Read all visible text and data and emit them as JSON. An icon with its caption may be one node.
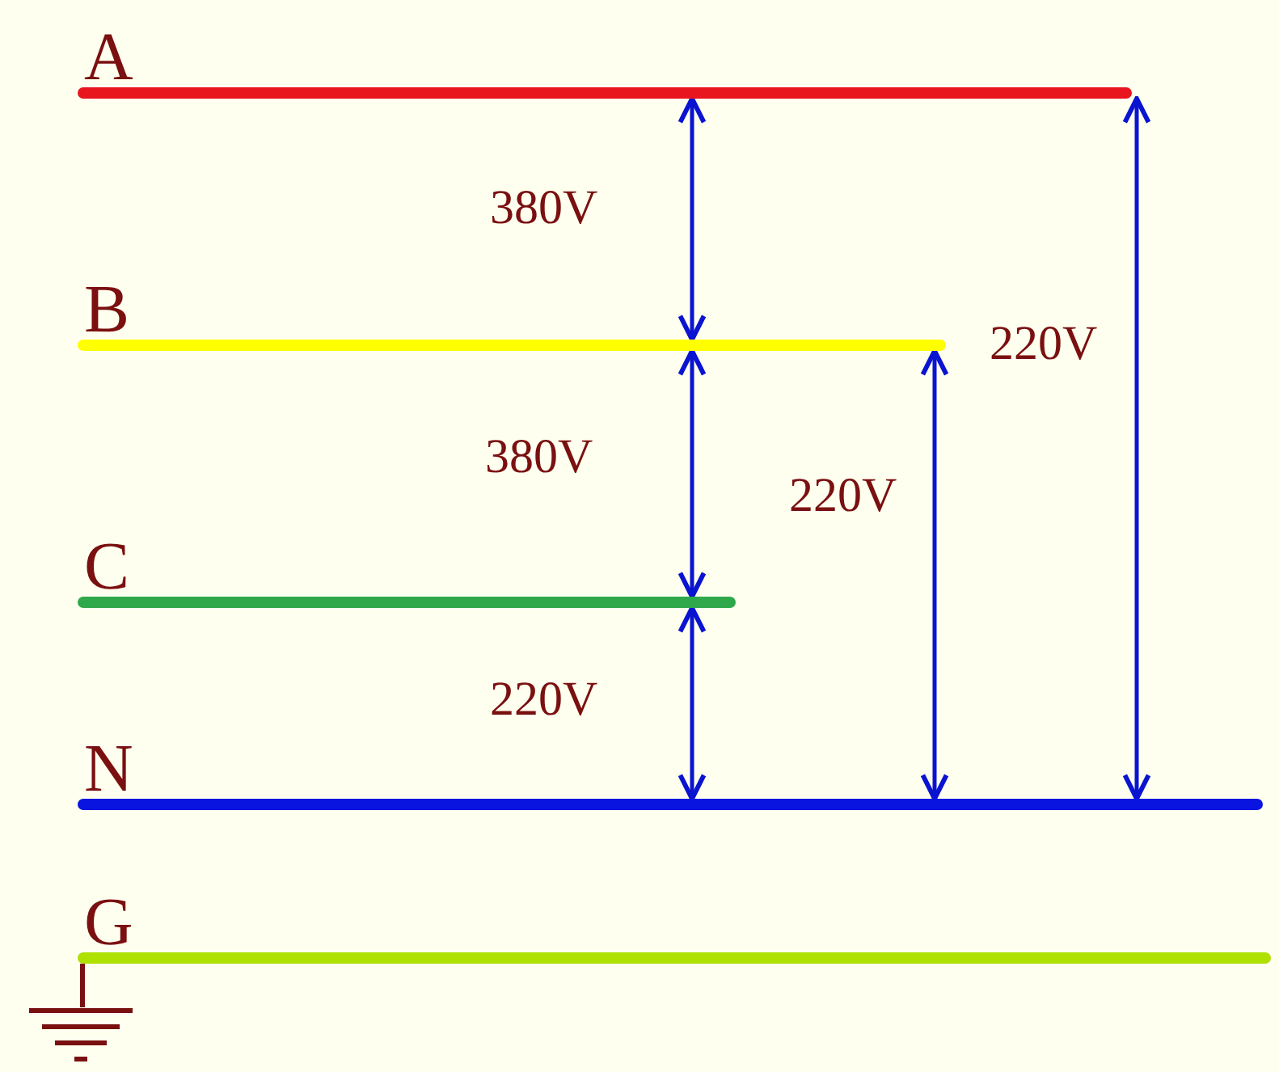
{
  "diagram": {
    "nodes": [
      {
        "text": [
          "A"
        ]
      },
      {
        "text": [
          "B"
        ]
      },
      {
        "text": [
          "C"
        ]
      },
      {
        "text": [
          "N"
        ]
      },
      {
        "text": [
          "G"
        ]
      },
      {
        "text": [],
        "shape": "ground"
      }
    ],
    "edges": [
      {
        "from": 0,
        "to": 1,
        "arrow": "both",
        "label": "380V"
      },
      {
        "from": 1,
        "to": 2,
        "arrow": "both",
        "label": "380V"
      },
      {
        "from": 2,
        "to": 3,
        "arrow": "both",
        "label": "220V"
      },
      {
        "from": 1,
        "to": 3,
        "arrow": "both",
        "label": "220V"
      },
      {
        "from": 0,
        "to": 3,
        "arrow": "both",
        "label": "220V"
      },
      {
        "from": 4,
        "to": 5,
        "arrow": "none",
        "color": "#7a1010"
      }
    ]
  }
}
